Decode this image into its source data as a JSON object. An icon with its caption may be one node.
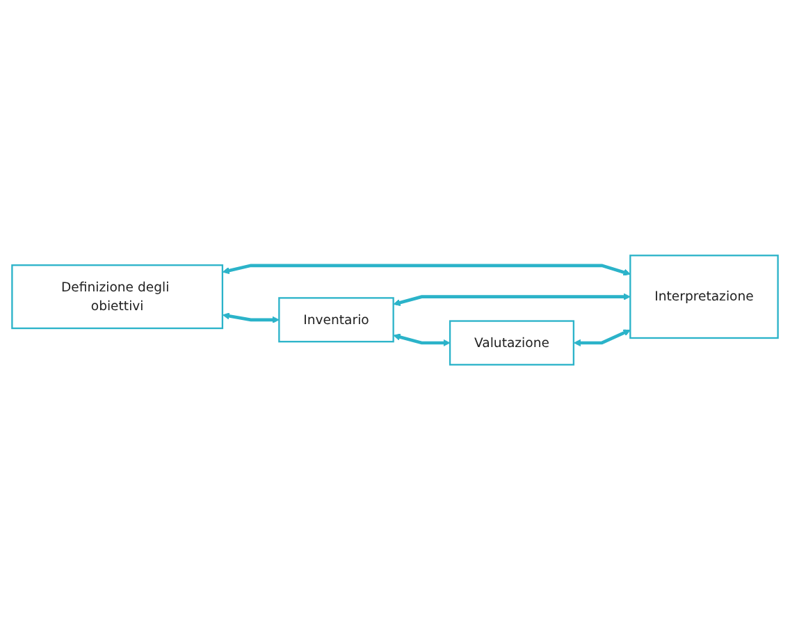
{
  "diagram": {
    "nodes": [
      {
        "text": [
          "Definizione degli obiettivi"
        ]
      },
      {
        "text": [
          "Inventario"
        ]
      },
      {
        "text": [
          "Valutazione"
        ]
      },
      {
        "text": [
          "Interpretazione"
        ]
      }
    ],
    "edges": [
      {
        "from": 0,
        "to": 3,
        "arrow": "both"
      },
      {
        "from": 0,
        "to": 1,
        "arrow": "both"
      },
      {
        "from": 1,
        "to": 3,
        "arrow": "both"
      },
      {
        "from": 1,
        "to": 2,
        "arrow": "both"
      },
      {
        "from": 2,
        "to": 3,
        "arrow": "both"
      }
    ]
  }
}
